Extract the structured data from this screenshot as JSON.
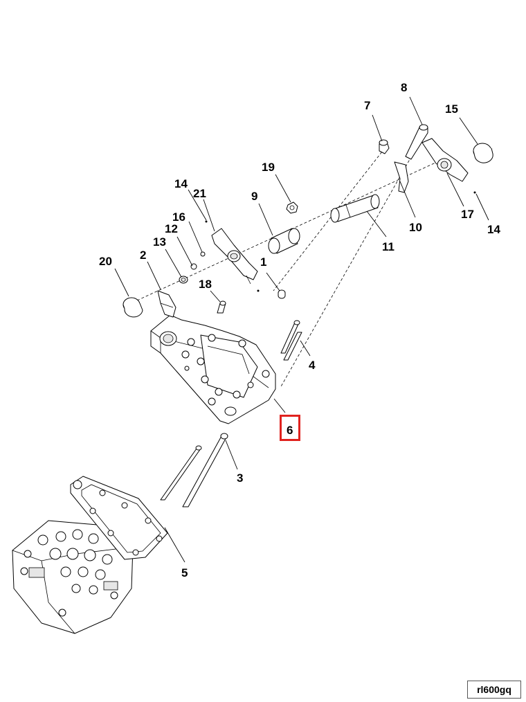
{
  "diagram": {
    "callouts": {
      "c1": "1",
      "c2": "2",
      "c3": "3",
      "c4": "4",
      "c5": "5",
      "c6": "6",
      "c7": "7",
      "c8": "8",
      "c9": "9",
      "c10": "10",
      "c11": "11",
      "c12": "12",
      "c13": "13",
      "c14a": "14",
      "c14b": "14",
      "c15": "15",
      "c16": "16",
      "c17": "17",
      "c18": "18",
      "c19": "19",
      "c20": "20",
      "c21": "21"
    },
    "highlighted_part": "6",
    "highlight_color": "#e0221e"
  },
  "reference_code": "rl600gq"
}
